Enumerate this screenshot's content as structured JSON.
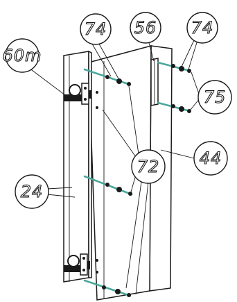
{
  "labels": {
    "c60": "60m",
    "c74a": "74",
    "c56": "56",
    "c74b": "74",
    "c75": "75",
    "c44": "44",
    "c72": "72",
    "c24": "24"
  },
  "colors": {
    "dowel": "#4aa79b",
    "line": "#1a1a1a",
    "background": "#ffffff"
  },
  "icons": {
    "hinge_top": "hinge-icon",
    "hinge_bottom": "hinge-icon"
  }
}
